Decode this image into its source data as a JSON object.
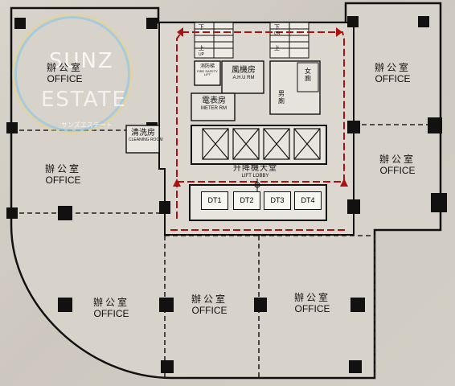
{
  "logo": {
    "line1": "SUNZ",
    "line2": "ESTATE",
    "line3": "サンズエステート"
  },
  "offices": [
    {
      "id": "nw",
      "zh": "辦公室",
      "en": "OFFICE"
    },
    {
      "id": "ne",
      "zh": "辦公室",
      "en": "OFFICE"
    },
    {
      "id": "w",
      "zh": "辦公室",
      "en": "OFFICE"
    },
    {
      "id": "e",
      "zh": "辦公室",
      "en": "OFFICE"
    },
    {
      "id": "sw",
      "zh": "辦公室",
      "en": "OFFICE"
    },
    {
      "id": "s",
      "zh": "辦公室",
      "en": "OFFICE"
    },
    {
      "id": "se",
      "zh": "辦公室",
      "en": "OFFICE"
    }
  ],
  "core": {
    "cleaning_zh": "清洗房",
    "cleaning_en": "CLEANING ROOM",
    "ahu_zh": "風機房",
    "ahu_en": "A.H.U RM",
    "meter_zh": "電表房",
    "meter_en": "METER RM",
    "fire_lift_zh": "消防梯",
    "fire_lift_en": "FIRE SAFETY LIFT",
    "female_zh": "女廁",
    "male_zh": "男廁",
    "lobby_zh": "升降機大堂",
    "lobby_en": "LIFT LOBBY",
    "stair_up": "上",
    "stair_down": "下",
    "stair_up_en": "UP",
    "stair_down_en": "DN",
    "lifts": [
      "DT1",
      "DT2",
      "DT3",
      "DT4"
    ]
  }
}
